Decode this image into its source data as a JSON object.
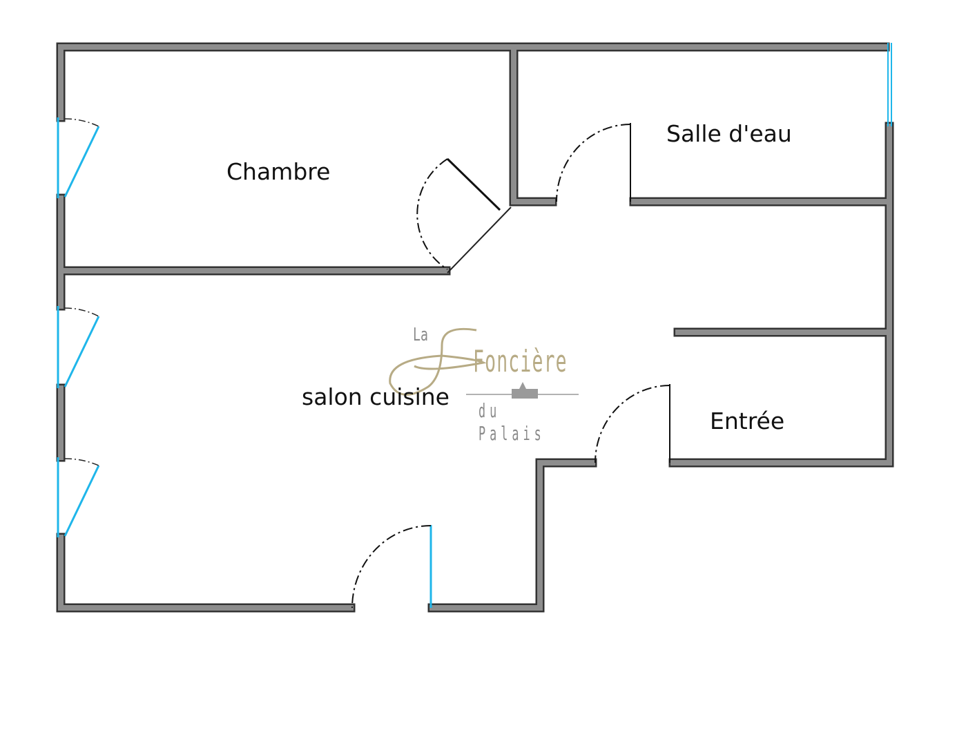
{
  "rooms": {
    "chambre": "Chambre",
    "salle_eau": "Salle d'eau",
    "salon": "salon cuisine",
    "entree": "Entrée"
  },
  "logo": {
    "line1": "La",
    "line2": "Foncière",
    "line3": "du Palais"
  },
  "colors": {
    "wall": "#8d8d8d",
    "wall_outline": "#333333",
    "window": "#1fb6ea",
    "logo_gold": "#b7ab85"
  }
}
